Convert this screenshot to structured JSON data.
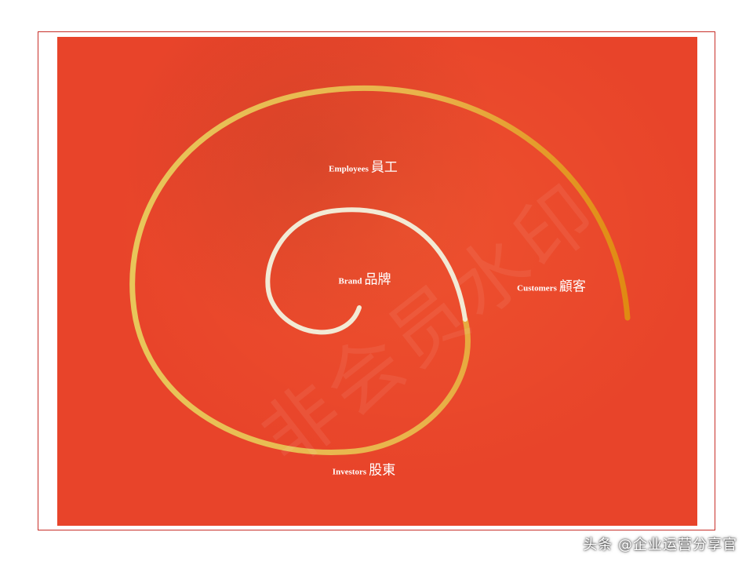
{
  "diagram": {
    "labels": {
      "employees": {
        "en": "Employees",
        "zh": "員工"
      },
      "brand": {
        "en": "Brand",
        "zh": "品牌"
      },
      "customers": {
        "en": "Customers",
        "zh": "顧客"
      },
      "investors": {
        "en": "Investors",
        "zh": "股東"
      }
    },
    "colors": {
      "background": "#e8442a",
      "outer_spiral_start": "#e8c65a",
      "outer_spiral_end": "#e08a12",
      "inner_spiral": "#f2ead5",
      "label_text": "#ffffff"
    }
  },
  "watermark": {
    "text": "非会员水印"
  },
  "footer": {
    "attribution": "头条 @企业运营分享官"
  }
}
